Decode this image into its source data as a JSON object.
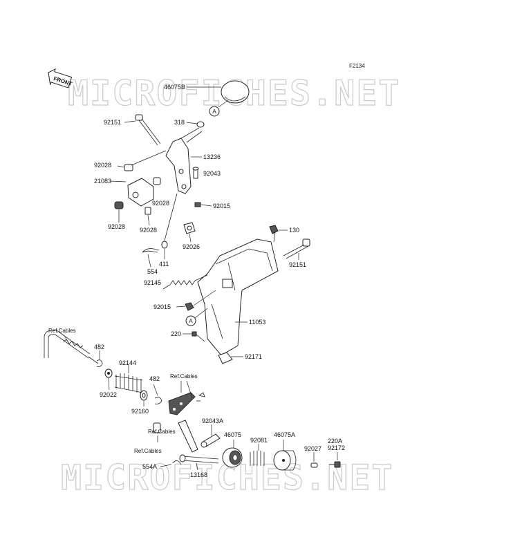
{
  "diagram_id": "F2134",
  "watermark": "MICROFICHES.NET",
  "front_label": "FRONT",
  "ref_marker": "A",
  "ref_cables": "Ref.Cables",
  "parts": {
    "p46075B": "46075B",
    "p318": "318",
    "p92151a": "92151",
    "p13236": "13236",
    "p92028a": "92028",
    "p21083": "21083",
    "p92028b": "92028",
    "p92043": "92043",
    "p92015a": "92015",
    "p92028c": "92028",
    "p92028d": "92028",
    "p92026": "92026",
    "p130": "130",
    "p92151b": "92151",
    "p554": "554",
    "p411": "411",
    "p92145": "92145",
    "p92015b": "92015",
    "p11053": "11053",
    "p220": "220",
    "p92171": "92171",
    "p482a": "482",
    "p92144": "92144",
    "p92022": "92022",
    "p482b": "482",
    "p92160": "92160",
    "p92043A": "92043A",
    "p46075": "46075",
    "p92081": "92081",
    "p46075A": "46075A",
    "p92027": "92027",
    "p220A": "220A",
    "p92172": "92172",
    "p554A": "554A",
    "p13168": "13168"
  }
}
